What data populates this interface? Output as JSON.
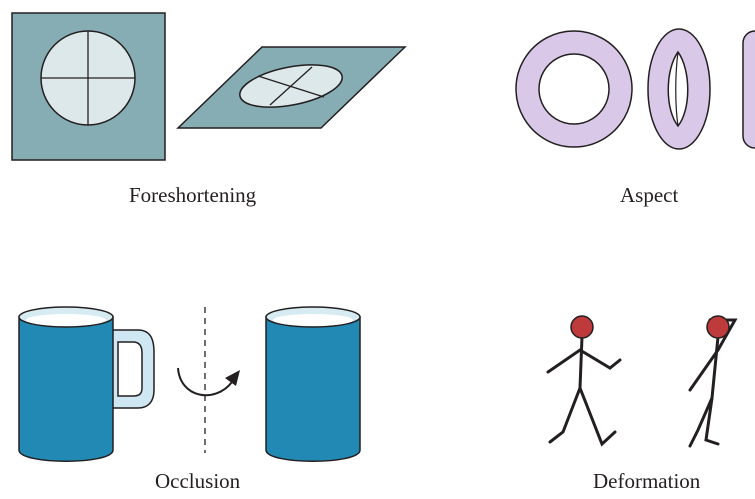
{
  "captions": {
    "foreshortening": "Foreshortening",
    "aspect": "Aspect",
    "occlusion": "Occlusion",
    "deformation": "Deformation"
  },
  "colors": {
    "plane": "#86adb4",
    "disc": "#dde8ea",
    "torus": "#d9c8e8",
    "mug_body": "#2289b5",
    "mug_rim": "#d7ecf2",
    "handle": "#cfe7f2",
    "head": "#bf3b3b",
    "line": "#231f20"
  },
  "icons": [
    "rotation-arrow-icon",
    "rotation-axis-dashed-line"
  ]
}
